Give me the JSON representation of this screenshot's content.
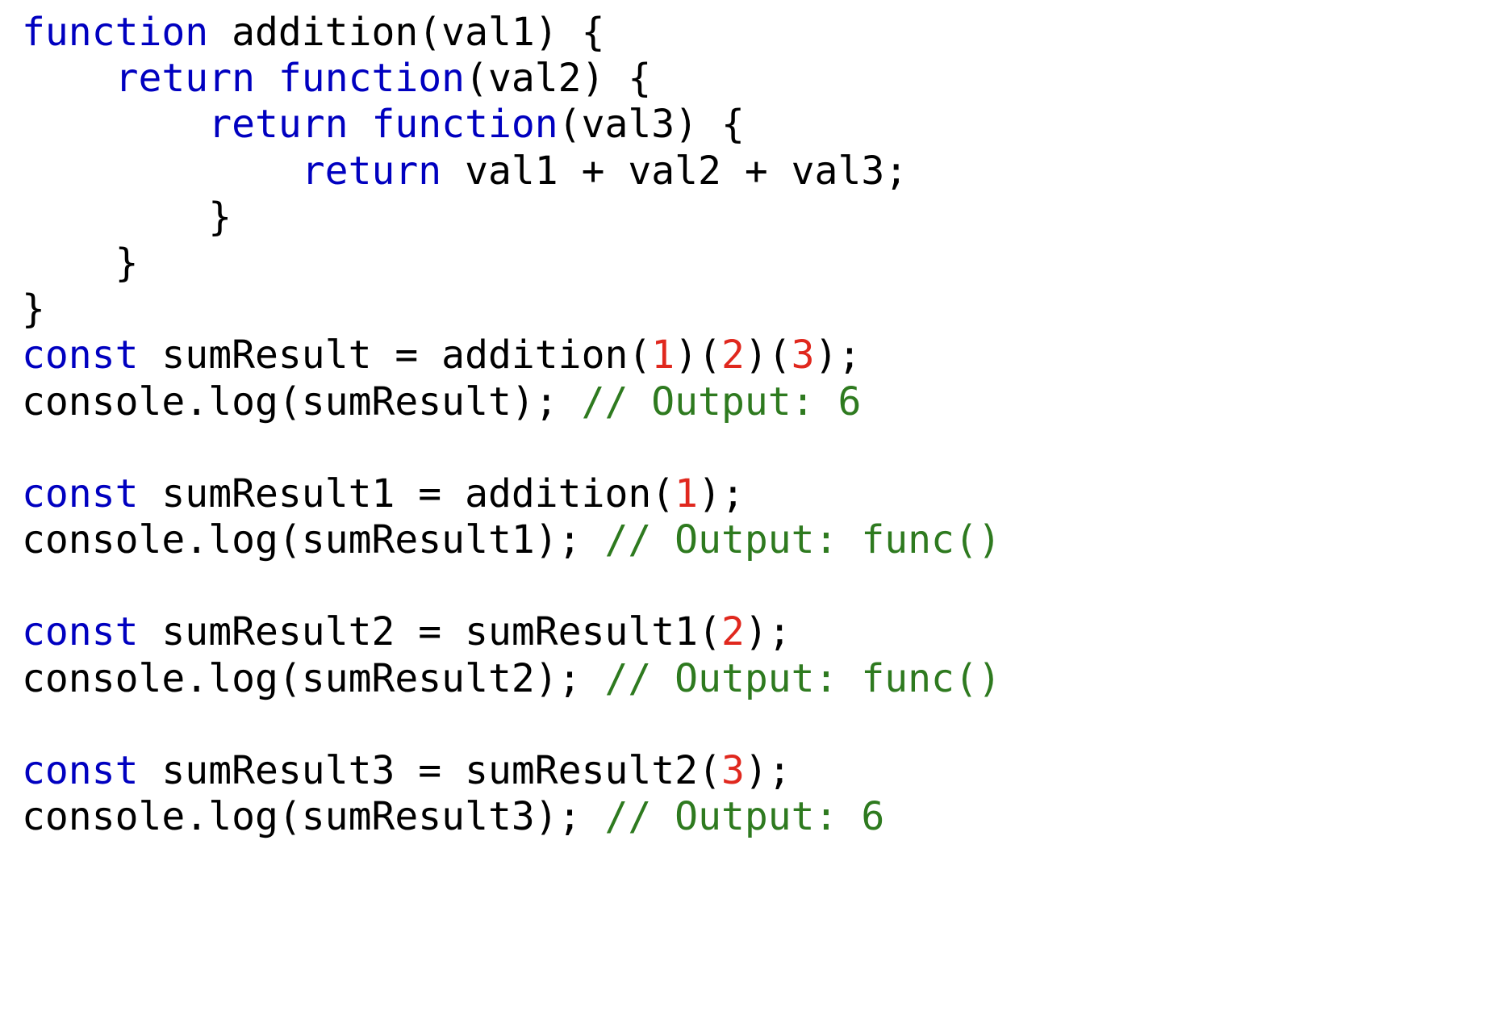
{
  "colors": {
    "keyword": "#0000c0",
    "number": "#e0281e",
    "comment": "#2e7a1f",
    "text": "#000000",
    "background": "#ffffff"
  },
  "code": {
    "lines": [
      [
        {
          "t": "kw",
          "v": "function"
        },
        {
          "t": "tx",
          "v": " addition(val1) {"
        }
      ],
      [
        {
          "t": "tx",
          "v": "    "
        },
        {
          "t": "kw",
          "v": "return"
        },
        {
          "t": "tx",
          "v": " "
        },
        {
          "t": "kw",
          "v": "function"
        },
        {
          "t": "tx",
          "v": "(val2) {"
        }
      ],
      [
        {
          "t": "tx",
          "v": "        "
        },
        {
          "t": "kw",
          "v": "return"
        },
        {
          "t": "tx",
          "v": " "
        },
        {
          "t": "kw",
          "v": "function"
        },
        {
          "t": "tx",
          "v": "(val3) {"
        }
      ],
      [
        {
          "t": "tx",
          "v": "            "
        },
        {
          "t": "kw",
          "v": "return"
        },
        {
          "t": "tx",
          "v": " val1 + val2 + val3;"
        }
      ],
      [
        {
          "t": "tx",
          "v": "        }"
        }
      ],
      [
        {
          "t": "tx",
          "v": "    }"
        }
      ],
      [
        {
          "t": "tx",
          "v": "}"
        }
      ],
      [
        {
          "t": "kw",
          "v": "const"
        },
        {
          "t": "tx",
          "v": " sumResult = addition("
        },
        {
          "t": "num",
          "v": "1"
        },
        {
          "t": "tx",
          "v": ")("
        },
        {
          "t": "num",
          "v": "2"
        },
        {
          "t": "tx",
          "v": ")("
        },
        {
          "t": "num",
          "v": "3"
        },
        {
          "t": "tx",
          "v": ");"
        }
      ],
      [
        {
          "t": "tx",
          "v": "console.log(sumResult); "
        },
        {
          "t": "cm",
          "v": "// Output: 6"
        }
      ],
      [],
      [
        {
          "t": "kw",
          "v": "const"
        },
        {
          "t": "tx",
          "v": " sumResult1 = addition("
        },
        {
          "t": "num",
          "v": "1"
        },
        {
          "t": "tx",
          "v": ");"
        }
      ],
      [
        {
          "t": "tx",
          "v": "console.log(sumResult1); "
        },
        {
          "t": "cm",
          "v": "// Output: func()"
        }
      ],
      [],
      [
        {
          "t": "kw",
          "v": "const"
        },
        {
          "t": "tx",
          "v": " sumResult2 = sumResult1("
        },
        {
          "t": "num",
          "v": "2"
        },
        {
          "t": "tx",
          "v": ");"
        }
      ],
      [
        {
          "t": "tx",
          "v": "console.log(sumResult2); "
        },
        {
          "t": "cm",
          "v": "// Output: func()"
        }
      ],
      [],
      [
        {
          "t": "kw",
          "v": "const"
        },
        {
          "t": "tx",
          "v": " sumResult3 = sumResult2("
        },
        {
          "t": "num",
          "v": "3"
        },
        {
          "t": "tx",
          "v": ");"
        }
      ],
      [
        {
          "t": "tx",
          "v": "console.log(sumResult3); "
        },
        {
          "t": "cm",
          "v": "// Output: 6"
        }
      ]
    ]
  }
}
